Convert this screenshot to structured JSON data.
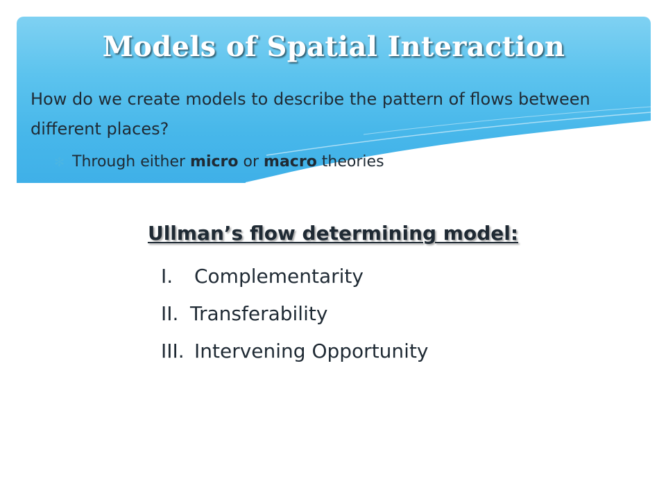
{
  "slide": {
    "title": "Models of Spatial Interaction",
    "question": "How do we create models to describe the pattern of flows between different places?",
    "bullet": {
      "icon": "asterisk-bullet-icon",
      "prefix": "Through either ",
      "term1": "micro",
      "middle": " or ",
      "term2": "macro",
      "suffix": " theories"
    },
    "model_heading": "Ullman’s flow determining model:",
    "factors": [
      {
        "number": "I.",
        "label": "Complementarity"
      },
      {
        "number": "II.",
        "label": "Transferability"
      },
      {
        "number": "III.",
        "label": "Intervening Opportunity"
      }
    ]
  },
  "colors": {
    "header_top": "#7fd1f2",
    "header_bottom": "#3fb0e8",
    "title_text": "#ffffff",
    "body_text": "#1f2a34",
    "bullet_accent": "#4bb5e3"
  }
}
